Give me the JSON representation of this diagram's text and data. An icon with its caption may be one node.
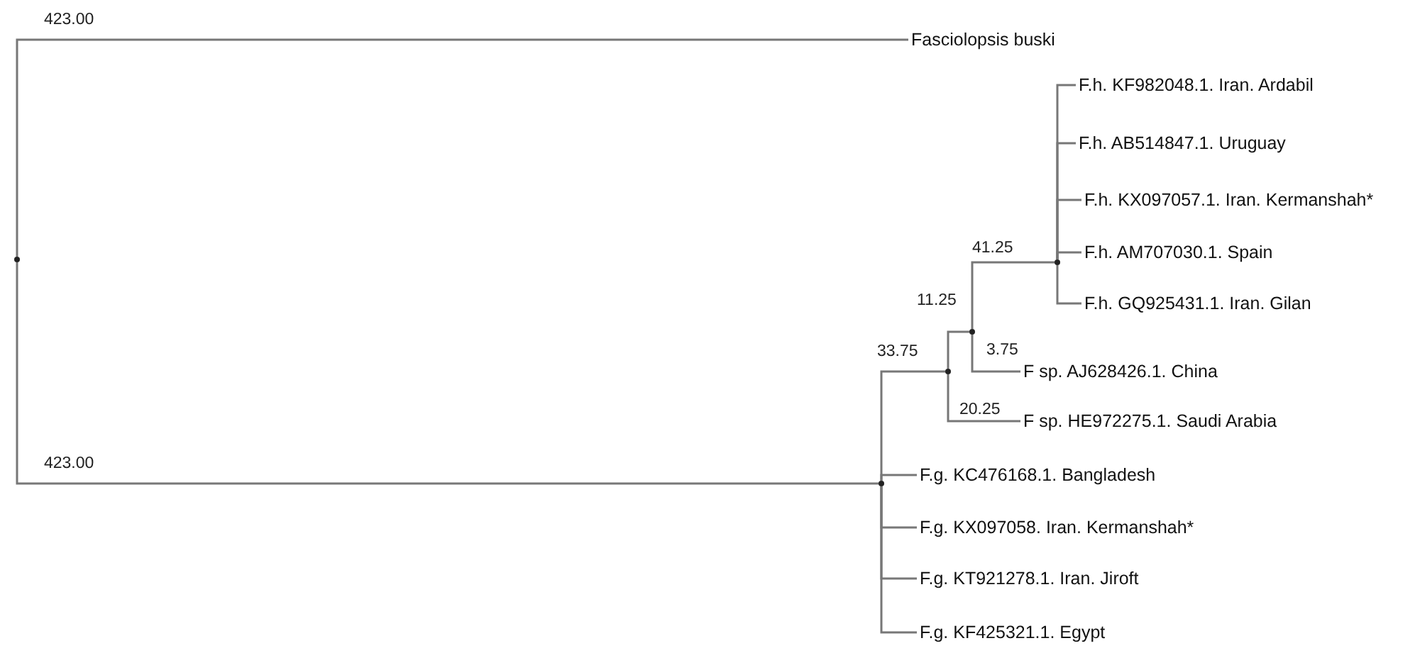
{
  "diagram": {
    "nodes": [
      {
        "text": [],
        "shape": "circle"
      },
      {
        "text": [
          "Fasciolopsis buski"
        ]
      },
      {
        "text": [],
        "shape": "circle"
      },
      {
        "text": [],
        "shape": "circle"
      },
      {
        "text": [],
        "shape": "circle"
      },
      {
        "text": [],
        "shape": "circle"
      },
      {
        "text": [
          "F.h. KF982048.1. Iran. Ardabil"
        ]
      },
      {
        "text": [
          "F.h. AB514847.1. Uruguay"
        ]
      },
      {
        "text": [
          "F.h. KX097057.1. Iran. Kermanshah*"
        ]
      },
      {
        "text": [
          "F.h. AM707030.1. Spain"
        ]
      },
      {
        "text": [
          "F.h. GQ925431.1. Iran. Gilan"
        ]
      },
      {
        "text": [
          "F sp. AJ628426.1. China"
        ]
      },
      {
        "text": [
          "F sp. HE972275.1. Saudi Arabia"
        ]
      },
      {
        "text": [
          "F.g. KC476168.1. Bangladesh"
        ]
      },
      {
        "text": [
          "F.g. KX097058. Iran. Kermanshah*"
        ]
      },
      {
        "text": [
          "F.g. KT921278.1. Iran. Jiroft"
        ]
      },
      {
        "text": [
          "F.g. KF425321.1. Egypt"
        ]
      }
    ],
    "edges": [
      {
        "from": 0,
        "to": 1,
        "arrow": "none",
        "label": "423.00"
      },
      {
        "from": 0,
        "to": 2,
        "arrow": "none",
        "label": "423.00"
      },
      {
        "from": 2,
        "to": 3,
        "arrow": "none",
        "label": "33.75"
      },
      {
        "from": 3,
        "to": 4,
        "arrow": "none",
        "label": "11.25"
      },
      {
        "from": 4,
        "to": 5,
        "arrow": "none",
        "label": "41.25"
      },
      {
        "from": 5,
        "to": 6,
        "arrow": "none"
      },
      {
        "from": 5,
        "to": 7,
        "arrow": "none"
      },
      {
        "from": 5,
        "to": 8,
        "arrow": "none"
      },
      {
        "from": 5,
        "to": 9,
        "arrow": "none"
      },
      {
        "from": 5,
        "to": 10,
        "arrow": "none"
      },
      {
        "from": 4,
        "to": 11,
        "arrow": "none",
        "label": "3.75"
      },
      {
        "from": 3,
        "to": 12,
        "arrow": "none",
        "label": "20.25"
      },
      {
        "from": 2,
        "to": 13,
        "arrow": "none"
      },
      {
        "from": 2,
        "to": 14,
        "arrow": "none"
      },
      {
        "from": 2,
        "to": 15,
        "arrow": "none"
      },
      {
        "from": 2,
        "to": 16,
        "arrow": "none"
      }
    ]
  }
}
